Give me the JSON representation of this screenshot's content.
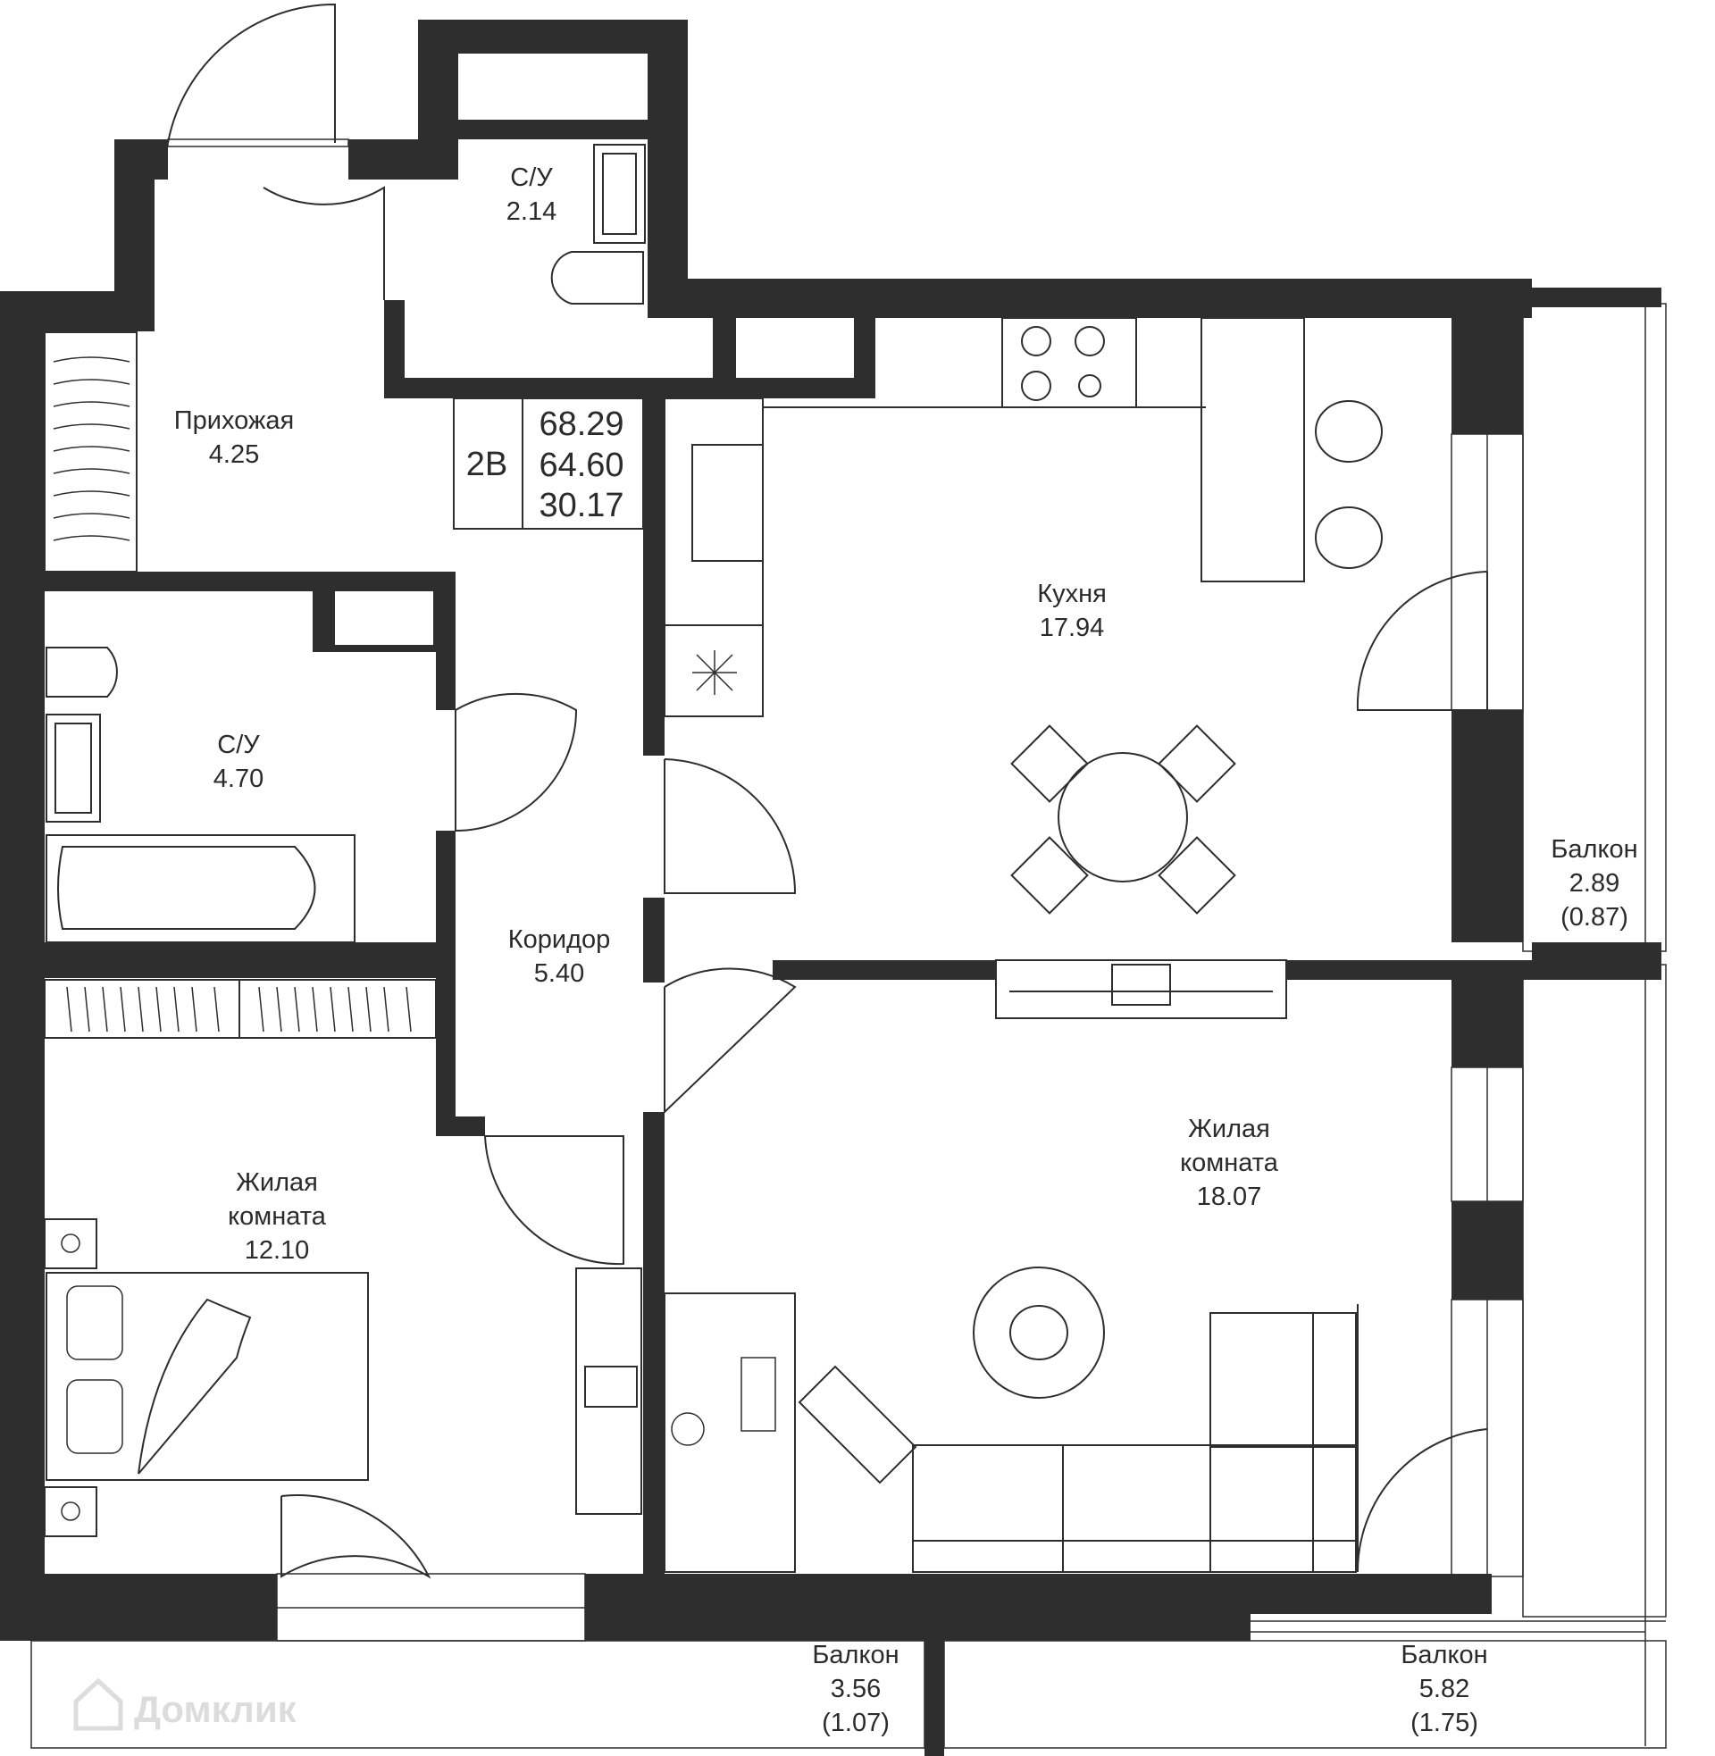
{
  "apartment": {
    "type": "2В",
    "total_area": "68.29",
    "living_total": "64.60",
    "living_rooms": "30.17"
  },
  "rooms": {
    "hall": {
      "name": "Прихожая",
      "area": "4.25"
    },
    "bath_small": {
      "name": "С/У",
      "area": "2.14"
    },
    "bath_large": {
      "name": "С/У",
      "area": "4.70"
    },
    "kitchen": {
      "name": "Кухня",
      "area": "17.94"
    },
    "corridor": {
      "name": "Коридор",
      "area": "5.40"
    },
    "bedroom": {
      "name1": "Жилая",
      "name2": "комната",
      "area": "12.10"
    },
    "living": {
      "name1": "Жилая",
      "name2": "комната",
      "area": "18.07"
    },
    "balcony_right": {
      "name": "Балкон",
      "area": "2.89",
      "reduced": "(0.87)"
    },
    "balcony_bottom_left": {
      "name": "Балкон",
      "area": "3.56",
      "reduced": "(1.07)"
    },
    "balcony_bottom_right": {
      "name": "Балкон",
      "area": "5.82",
      "reduced": "(1.75)"
    }
  },
  "watermark": {
    "text": "Домклик"
  },
  "colors": {
    "wall": "#2e2e2e",
    "text": "#2b2b2b",
    "watermark": "#d9d9d9"
  }
}
